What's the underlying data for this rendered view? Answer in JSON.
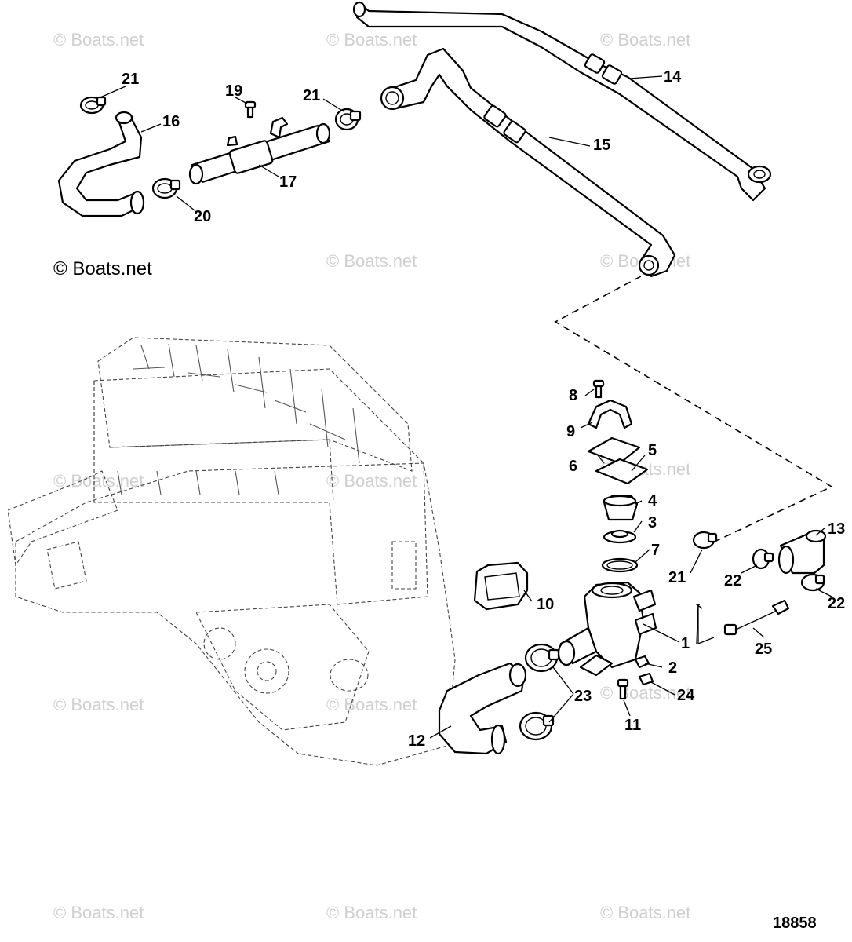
{
  "watermarks": {
    "text": "© Boats.net",
    "main_text": "© Boats.net",
    "color": "#cfcfcf"
  },
  "figure_number": "18858",
  "callouts": {
    "c1": "1",
    "c2": "2",
    "c3": "3",
    "c4": "4",
    "c5": "5",
    "c6": "6",
    "c7": "7",
    "c8": "8",
    "c9": "9",
    "c10": "10",
    "c11": "11",
    "c12": "12",
    "c13": "13",
    "c14": "14",
    "c15": "15",
    "c16": "16",
    "c17": "17",
    "c19": "19",
    "c20": "20",
    "c21a": "21",
    "c21b": "21",
    "c21c": "21",
    "c22a": "22",
    "c22b": "22",
    "c23": "23",
    "c24": "24",
    "c25": "25"
  }
}
